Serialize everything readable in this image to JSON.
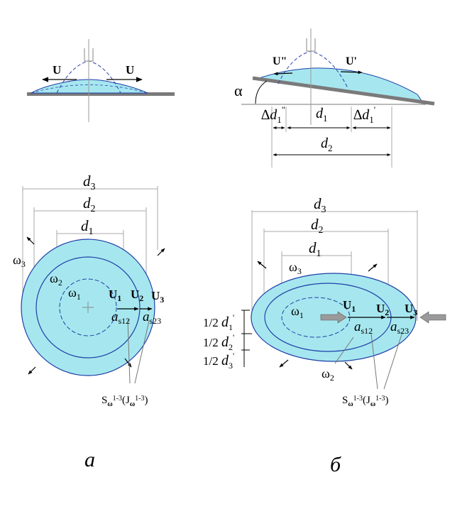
{
  "colors": {
    "fill": "#a6e7ef",
    "stroke": "#1f3fa8",
    "dash": "#2b3fb5",
    "ground": "#7a7a7a",
    "arrow_fill": "#9a9a9a",
    "line": "#777777"
  },
  "top_left": {
    "u_left": "U",
    "u_right": "U"
  },
  "top_right": {
    "u_double": "U\"",
    "u_prime": "U'",
    "alpha": "α",
    "delta_d1_double": {
      "prefix": "∆",
      "base": "d",
      "sub": "1",
      "sup": "\""
    },
    "d1": {
      "base": "d",
      "sub": "1"
    },
    "delta_d1_prime": {
      "prefix": "∆",
      "base": "d",
      "sub": "1",
      "sup": "'"
    },
    "d2": {
      "base": "d",
      "sub": "2"
    }
  },
  "panel_a": {
    "d3": {
      "base": "d",
      "sub": "3"
    },
    "d2": {
      "base": "d",
      "sub": "2"
    },
    "d1": {
      "base": "d",
      "sub": "1"
    },
    "omega3": {
      "base": "ω",
      "sub": "3"
    },
    "omega2": {
      "base": "ω",
      "sub": "2"
    },
    "omega1": {
      "base": "ω",
      "sub": "1"
    },
    "u1": {
      "base": "U",
      "sub": "1"
    },
    "u2": {
      "base": "U",
      "sub": "2"
    },
    "u3": {
      "base": "U",
      "sub": "3"
    },
    "as12": {
      "base": "a",
      "sub": "s12"
    },
    "as23": {
      "base": "a",
      "sub": "s23"
    },
    "s_label": {
      "base": "S",
      "sub1": "ω",
      "sub2": "1-3",
      "paren": "(J",
      "psub1": "ω",
      "psub2": "1-3",
      "close": ")"
    },
    "caption": "а"
  },
  "panel_b": {
    "d3": {
      "base": "d",
      "sub": "3"
    },
    "d2": {
      "base": "d",
      "sub": "2"
    },
    "d1": {
      "base": "d",
      "sub": "1"
    },
    "omega3": {
      "base": "ω",
      "sub": "3"
    },
    "omega2": {
      "base": "ω",
      "sub": "2"
    },
    "omega1": {
      "base": "ω",
      "sub": "1"
    },
    "u1": {
      "base": "U",
      "sub": "1"
    },
    "u2": {
      "base": "U",
      "sub": "2"
    },
    "u3": {
      "base": "U",
      "sub": "3"
    },
    "as12": {
      "base": "a",
      "sub": "s12"
    },
    "as23": {
      "base": "a",
      "sub": "s23"
    },
    "half_d1": {
      "prefix": "1/2 ",
      "base": "d",
      "sub": "1",
      "sup": "'"
    },
    "half_d2": {
      "prefix": "1/2 ",
      "base": "d",
      "sub": "2",
      "sup": "'"
    },
    "half_d3": {
      "prefix": "1/2 ",
      "base": "d",
      "sub": "3",
      "sup": "'"
    },
    "s_label": {
      "base": "S",
      "sub1": "ω",
      "sub2": "1-3",
      "paren": "(J",
      "psub1": "ω",
      "psub2": "1-3",
      "close": ")"
    },
    "caption": "б"
  }
}
